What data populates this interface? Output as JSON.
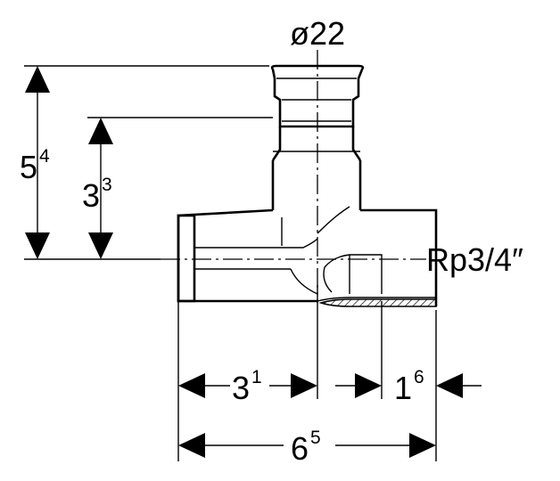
{
  "diameter_label": "ø22",
  "thread_label": "Rp3/4″",
  "dimensions": {
    "height_total": {
      "main": "5",
      "sup": "4"
    },
    "height_branch": {
      "main": "3",
      "sup": "3"
    },
    "len_left": {
      "main": "3",
      "sup": "1"
    },
    "len_right": {
      "main": "1",
      "sup": "6"
    },
    "len_total": {
      "main": "6",
      "sup": "5"
    }
  }
}
